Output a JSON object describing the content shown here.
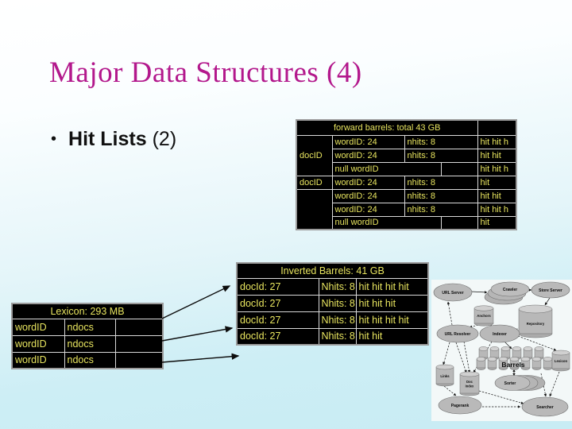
{
  "slide": {
    "title": "Major Data Structures (4)",
    "bullet_marker": "•",
    "bullet_bold": "Hit Lists",
    "bullet_suffix": " (2)"
  },
  "colors": {
    "title_text": "#b3188c",
    "table_text": "#e8e55f",
    "table_bg": "#000000",
    "slide_bg_top": "#ffffff",
    "slide_bg_bottom": "#c8ecf4"
  },
  "forward_barrels": {
    "header": "forward barrels: total 43 GB",
    "rows": [
      {
        "docid": "docID",
        "wordid": "wordID: 24",
        "nhits": "nhits: 8",
        "hits": "hit hit h"
      },
      {
        "docid": "",
        "wordid": "wordID: 24",
        "nhits": "nhits: 8",
        "hits": "hit hit"
      },
      {
        "docid": "",
        "wordid": "null wordID",
        "nhits": "",
        "hits": "hit hit h"
      },
      {
        "docid": "docID",
        "wordid": "wordID: 24",
        "nhits": "nhits: 8",
        "hits": "hit"
      },
      {
        "docid": "",
        "wordid": "wordID: 24",
        "nhits": "nhits: 8",
        "hits": "hit hit"
      },
      {
        "docid": "",
        "wordid": "wordID: 24",
        "nhits": "nhits: 8",
        "hits": "hit hit h"
      },
      {
        "docid": "",
        "wordid": "null wordID",
        "nhits": "",
        "hits": "hit"
      }
    ]
  },
  "inverted_barrels": {
    "header": "Inverted Barrels: 41 GB",
    "rows": [
      {
        "docid": "docId: 27",
        "nhits": "Nhits: 8",
        "hits": "hit hit hit hit"
      },
      {
        "docid": "docId: 27",
        "nhits": "Nhits: 8",
        "hits": "hit hit hit"
      },
      {
        "docid": "docId: 27",
        "nhits": "Nhits: 8",
        "hits": "hit hit hit hit"
      },
      {
        "docid": "docId: 27",
        "nhits": "Nhits: 8",
        "hits": "hit hit"
      }
    ]
  },
  "lexicon_table": {
    "header": "Lexicon: 293 MB",
    "rows": [
      {
        "wordid": "wordID",
        "ndocs": "ndocs",
        "extra": ""
      },
      {
        "wordid": "wordID",
        "ndocs": "ndocs",
        "extra": ""
      },
      {
        "wordid": "wordID",
        "ndocs": "ndocs",
        "extra": ""
      }
    ]
  },
  "diagram": {
    "labels": {
      "url_server": "URL Server",
      "crawler": "Crawler",
      "store_server": "Store Server",
      "repository": "Repository",
      "anchors": "Anchors",
      "url_resolver": "URL Resolver",
      "indexer": "Indexer",
      "barrels": "Barrels",
      "lexicon": "Lexicon",
      "links": "Links",
      "doc_index_1": "Doc",
      "doc_index_2": "Index",
      "sorter": "Sorter",
      "pagerank": "Pagerank",
      "searcher": "Searcher"
    }
  }
}
